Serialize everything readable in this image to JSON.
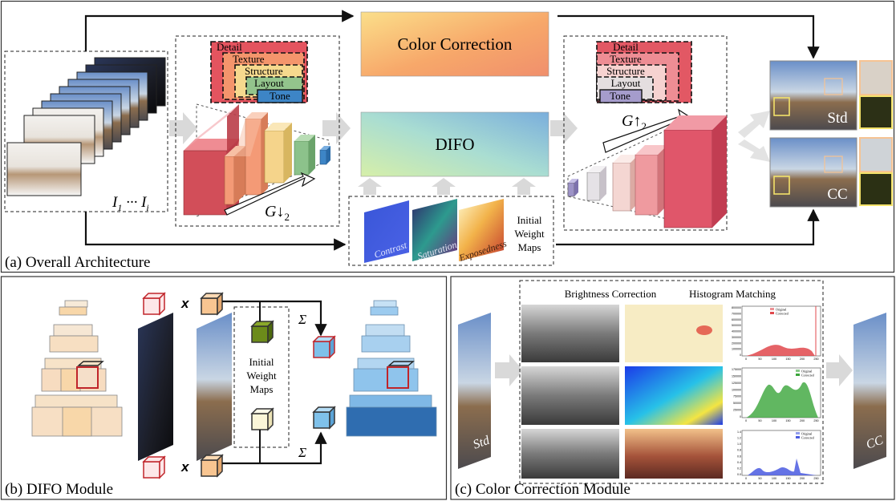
{
  "panels": {
    "a": {
      "caption": "(a) Overall Architecture"
    },
    "b": {
      "caption": "(b) DIFO Module"
    },
    "c": {
      "caption": "(c) Color Correction Module"
    }
  },
  "overall": {
    "color_correction": "Color Correction",
    "difo": "DIFO",
    "input_label": {
      "main": "I",
      "sub1": "1",
      "dots": " ··· ",
      "main2": "I",
      "sub2": "i"
    },
    "encoder_levels": [
      "Detail",
      "Texture",
      "Structure",
      "Layout",
      "Tone"
    ],
    "decoder_levels": [
      "Detail",
      "Texture",
      "Structure",
      "Layout",
      "Tone"
    ],
    "down_label": {
      "g": "G",
      "arrow": "↓",
      "sub": "2"
    },
    "up_label": {
      "g": "G",
      "arrow": "↑",
      "sub": "2"
    },
    "weight_maps": [
      "Contrast",
      "Saturation",
      "Exposedness"
    ],
    "initial_weight_maps": [
      "Initial",
      "Weight",
      "Maps"
    ],
    "output_std": "Std",
    "output_cc": "CC"
  },
  "difo": {
    "multiply": "x",
    "sum": "Σ",
    "initial_weight_maps": [
      "Initial",
      "Weight",
      "Maps"
    ]
  },
  "color_module": {
    "brightness": "Brightness Correction",
    "histogram": "Histogram Matching",
    "input_label": "Std",
    "output_label": "CC",
    "legend_original": "Original",
    "legend_corrected": "Corrected",
    "hist1_yticks": [
      "800000",
      "700000",
      "600000",
      "500000",
      "400000",
      "300000",
      "200000",
      "100000",
      "0"
    ],
    "hist2_yticks": [
      "175000",
      "150000",
      "125000",
      "100000",
      "75000",
      "50000",
      "25000",
      "0"
    ],
    "hist3_yticks": [
      "1.4",
      "1.2",
      "1.0",
      "0.8",
      "0.6",
      "0.4",
      "0.2",
      "0.0"
    ],
    "hist_xticks": [
      "0",
      "50",
      "100",
      "150",
      "200",
      "250"
    ]
  },
  "colors": {
    "level_detail": "#e4545f",
    "level_texture": "#f4956c",
    "level_structure": "#f6d98e",
    "level_layout": "#93c48c",
    "level_tone": "#3d85c6",
    "hist_red": "#e0484c",
    "hist_green": "#3aa53a",
    "hist_blue": "#4a5be0"
  }
}
